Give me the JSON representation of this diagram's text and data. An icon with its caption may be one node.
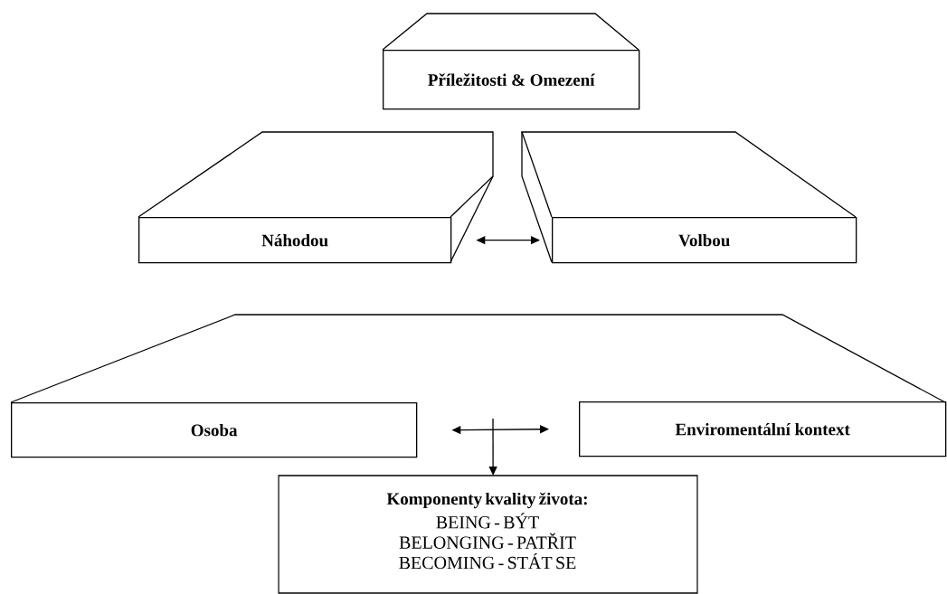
{
  "diagram": {
    "nodes": [
      {
        "text": [
          "Příležitosti & Omezení"
        ]
      },
      {
        "text": [
          "Náhodou"
        ]
      },
      {
        "text": [
          "Volbou"
        ]
      },
      {
        "text": [
          "Osoba"
        ]
      },
      {
        "text": [
          "Enviromentální kontext"
        ]
      },
      {
        "text": [
          "Komponenty kvality života:",
          "BEING - BÝT",
          "BELONGING - PATŘIT",
          "BECOMING - STÁT SE"
        ]
      }
    ],
    "edges": [
      {
        "from": 1,
        "to": 2,
        "arrow": "both"
      },
      {
        "from": 3,
        "to": 4,
        "arrow": "both"
      },
      {
        "from": null,
        "to": 5,
        "arrow": "to"
      }
    ]
  }
}
